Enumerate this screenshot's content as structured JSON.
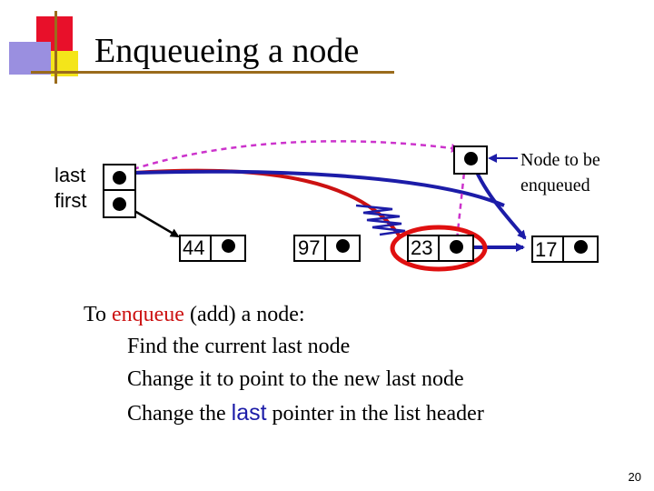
{
  "slide": {
    "title": "Enqueueing a node",
    "page_number": "20"
  },
  "header": {
    "last_label": "last",
    "first_label": "first"
  },
  "nodes": [
    {
      "value": "44"
    },
    {
      "value": "97"
    },
    {
      "value": "23"
    },
    {
      "value": "17"
    }
  ],
  "annotation": {
    "line1": "Node to be",
    "line2": "enqueued"
  },
  "text": {
    "line1_pre": "To ",
    "line1_em": "enqueue",
    "line1_post": " (add) a node:",
    "line2": "Find the current last node",
    "line3": "Change it to point to the new last node",
    "line4_pre": "Change the ",
    "line4_em": "last",
    "line4_post": " pointer in the list header"
  },
  "colors": {
    "pointer_blue": "#1c1ca8",
    "old_pointer_red": "#cc1111",
    "highlight_red": "#e01010",
    "dashed_purple": "#cc33cc"
  }
}
